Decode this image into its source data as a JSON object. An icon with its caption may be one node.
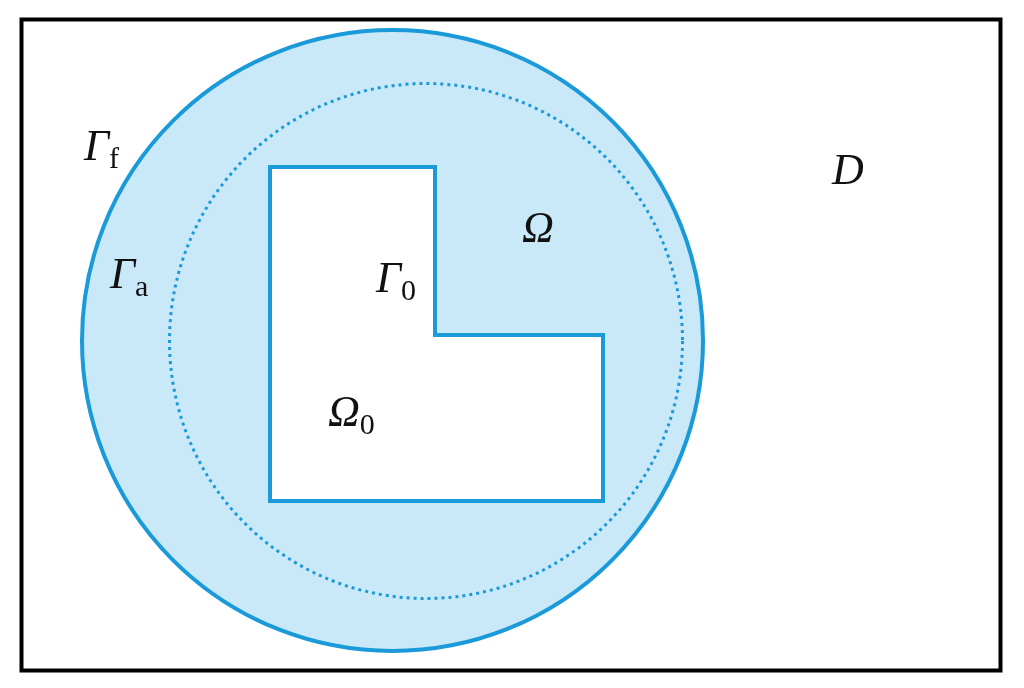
{
  "diagram": {
    "nodes": [
      {
        "text": [
          "D"
        ]
      },
      {
        "text": [
          "Γ$_{f}$"
        ],
        "in": 0
      },
      {
        "text": [
          "Γ$_{a}$",
          "Ω"
        ],
        "in": 1
      },
      {
        "text": [
          "Γ$_{0}$",
          "Ω$_{0}$"
        ],
        "in": 2
      }
    ]
  }
}
